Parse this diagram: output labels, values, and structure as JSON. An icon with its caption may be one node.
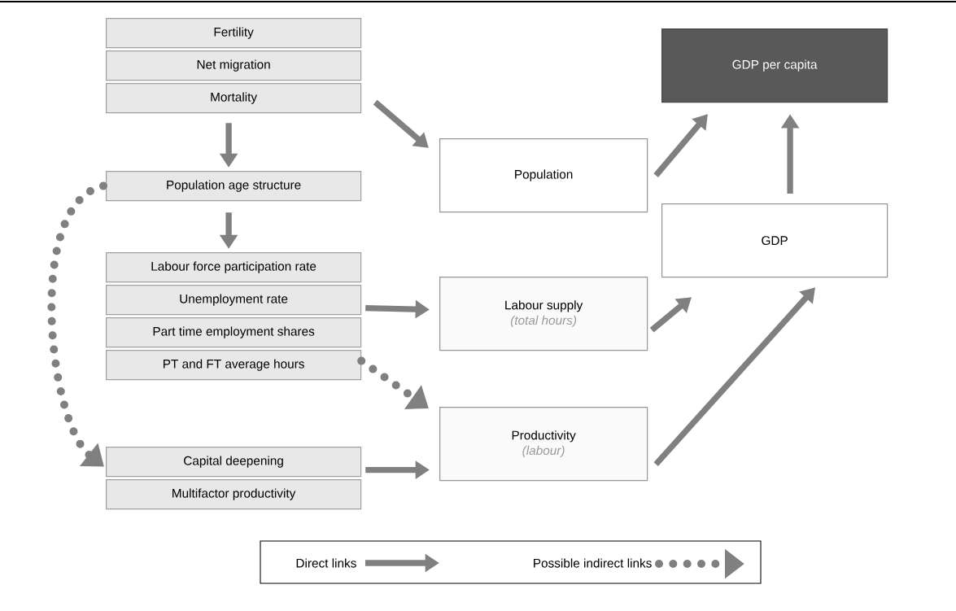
{
  "diagram": {
    "nodes": [
      {
        "text": [
          "Fertility"
        ]
      },
      {
        "text": [
          "Net migration"
        ]
      },
      {
        "text": [
          "Mortality"
        ]
      },
      {
        "text": [
          "Population age structure"
        ]
      },
      {
        "text": [
          "Labour force participation rate"
        ]
      },
      {
        "text": [
          "Unemployment rate"
        ]
      },
      {
        "text": [
          "Part time employment shares"
        ]
      },
      {
        "text": [
          "PT and FT average hours"
        ]
      },
      {
        "text": [
          "Capital deepening"
        ]
      },
      {
        "text": [
          "Multifactor productivity"
        ]
      },
      {
        "text": [
          "GDP per capita"
        ]
      },
      {
        "text": [
          "Population"
        ]
      },
      {
        "text": [
          "GDP"
        ]
      },
      {
        "text": [
          "Labour supply",
          "(total hours)"
        ]
      },
      {
        "text": [
          "Productivity",
          "(labour)"
        ]
      }
    ],
    "edges": [
      {
        "from": 2,
        "to": 3,
        "arrow": "to"
      },
      {
        "from": 3,
        "to": 4,
        "arrow": "to"
      },
      {
        "from": 2,
        "to": 11,
        "arrow": "to"
      },
      {
        "from": 11,
        "to": 10,
        "arrow": "to"
      },
      {
        "from": 12,
        "to": 10,
        "arrow": "to"
      },
      {
        "from": 5,
        "to": 13,
        "arrow": "to"
      },
      {
        "from": 13,
        "to": 12,
        "arrow": "to"
      },
      {
        "from": 7,
        "to": 14,
        "arrow": "to",
        "style": "dashed"
      },
      {
        "from": 3,
        "to": 8,
        "arrow": "to",
        "style": "dashed"
      },
      {
        "from": 8,
        "to": 14,
        "arrow": "to"
      },
      {
        "from": 14,
        "to": 12,
        "arrow": "to"
      }
    ],
    "legend": [
      {
        "text": "Direct links"
      },
      {
        "text": "Possible indirect links"
      }
    ]
  }
}
